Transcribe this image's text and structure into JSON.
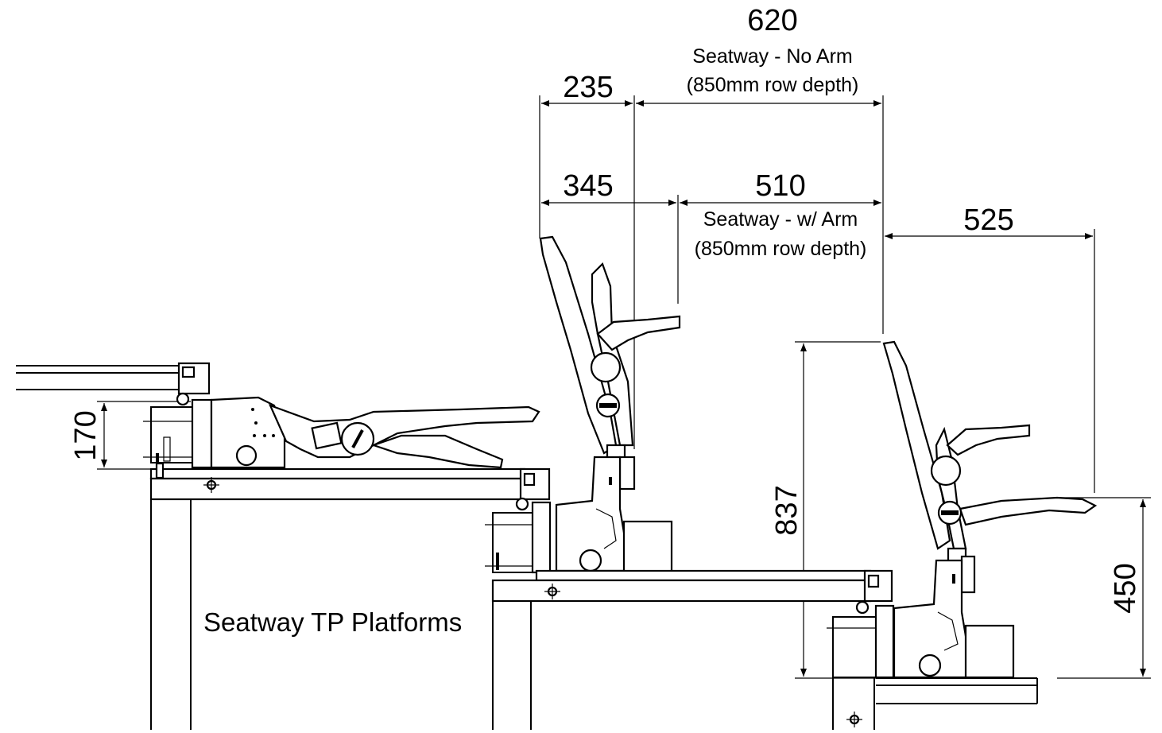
{
  "dimensions": {
    "d620": "620",
    "d620_line1": "Seatway - No Arm",
    "d620_line2": "(850mm row depth)",
    "d235": "235",
    "d345": "345",
    "d510": "510",
    "d510_line1": "Seatway - w/ Arm",
    "d510_line2": "(850mm row depth)",
    "d525": "525",
    "d170": "170",
    "d837": "837",
    "d450": "450"
  },
  "caption": "Seatway TP Platforms",
  "colors": {
    "line": "#000000",
    "background": "#ffffff"
  }
}
